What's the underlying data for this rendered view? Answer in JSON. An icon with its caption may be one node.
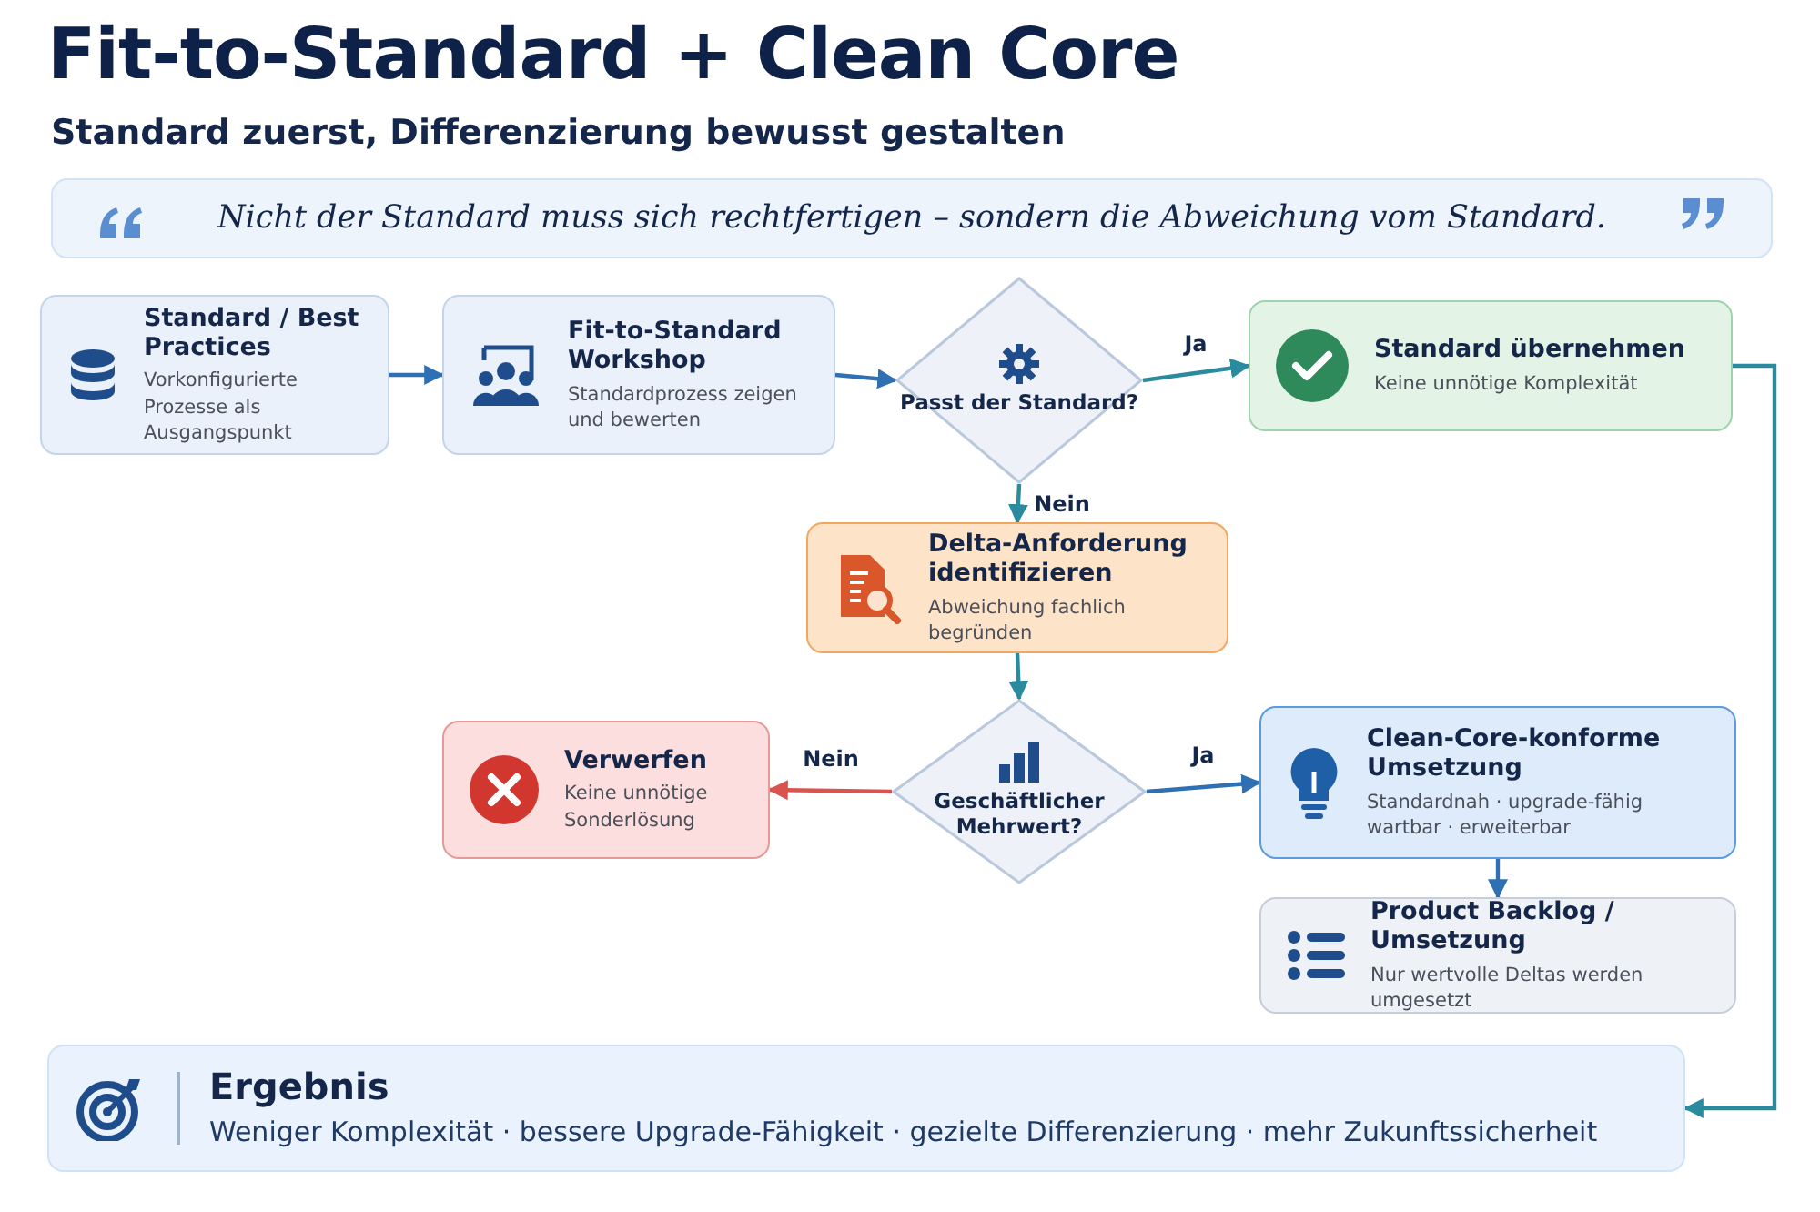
{
  "diagram": {
    "title": "Fit-to-Standard + Clean Core",
    "nodes": [
      {
        "text": [
          "Nicht der Standard muss sich rechtfertigen – sondern die Abweichung vom Standard."
        ]
      },
      {
        "text": [
          "Standard / Best Practices",
          "Vorkonfigurierte Prozesse als Ausgangspunkt"
        ]
      },
      {
        "text": [
          "Fit-to-Standard Workshop",
          "Standardprozess zeigen und bewerten"
        ]
      },
      {
        "text": [
          "Passt der Standard?"
        ]
      },
      {
        "text": [
          "Standard übernehmen",
          "Keine unnötige Komplexität"
        ]
      },
      {
        "text": [
          "Delta-Anforderung identifizieren",
          "Abweichung fachlich begründen"
        ]
      },
      {
        "text": [
          "Geschäftlicher Mehrwert?"
        ]
      },
      {
        "text": [
          "Verwerfen",
          "Keine unnötige Sonderlösung"
        ]
      },
      {
        "text": [
          "Clean-Core-konforme Umsetzung",
          "Standardnah · upgrade-fähig wartbar · erweiterbar"
        ]
      },
      {
        "text": [
          "Product Backlog / Umsetzung",
          "Nur wertvolle Deltas werden umgesetzt"
        ]
      },
      {
        "text": [
          "Ergebnis",
          "Weniger Komplexität · bessere Upgrade-Fähigkeit · gezielte Differenzierung · mehr Zukunftssicherheit"
        ]
      }
    ],
    "edges": [
      {
        "from": 1,
        "to": 2,
        "arrow": "to"
      },
      {
        "from": 2,
        "to": 3,
        "arrow": "to"
      },
      {
        "from": 3,
        "to": 4,
        "arrow": "to",
        "label": "Ja",
        "color": "#2a8a9e"
      },
      {
        "from": 3,
        "to": 5,
        "arrow": "to",
        "label": "Nein",
        "color": "#2a8a9e"
      },
      {
        "from": 5,
        "to": 6,
        "arrow": "to",
        "color": "#2a8a9e"
      },
      {
        "from": 6,
        "to": 7,
        "arrow": "to",
        "label": "Nein",
        "color": "#d9534f"
      },
      {
        "from": 6,
        "to": 8,
        "arrow": "to",
        "label": "Ja"
      },
      {
        "from": 8,
        "to": 9,
        "arrow": "to"
      },
      {
        "from": 4,
        "to": 10,
        "arrow": "to",
        "color": "#2a8a9e"
      }
    ],
    "labels": [
      "Standard zuerst, Differenzierung bewusst gestalten"
    ]
  }
}
